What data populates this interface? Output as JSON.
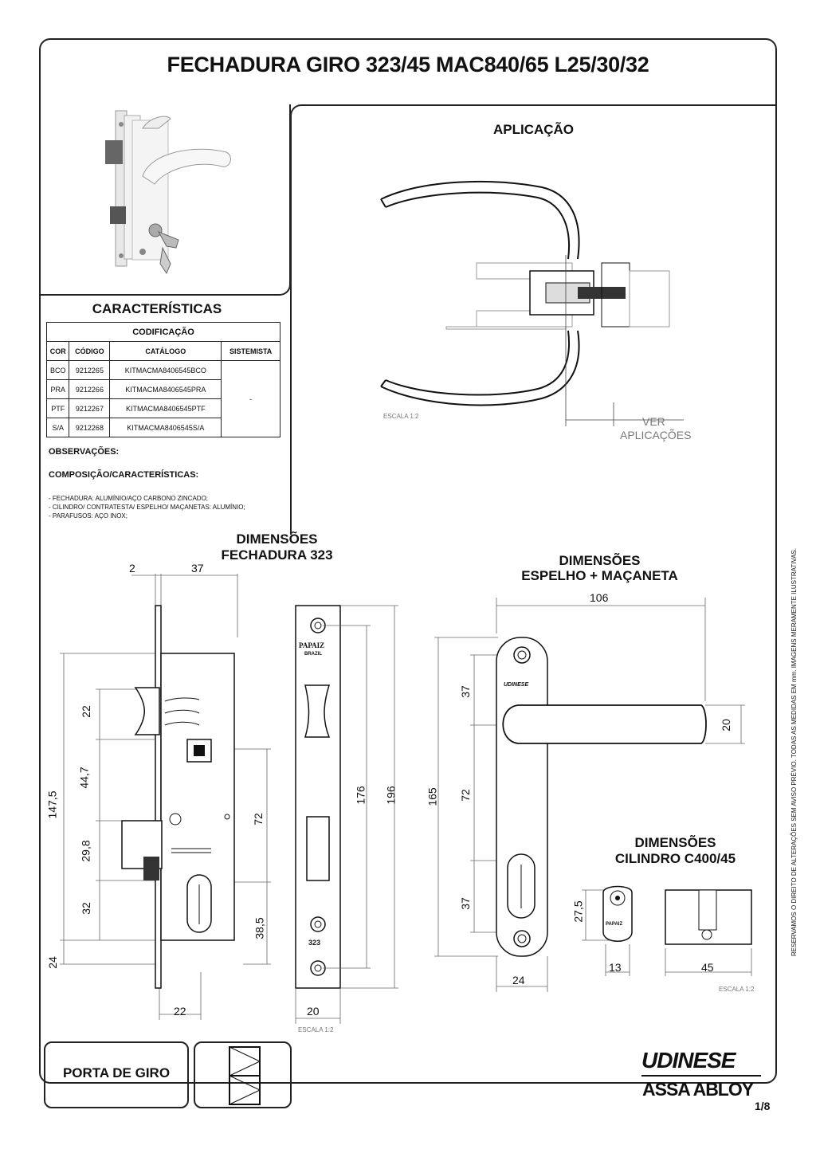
{
  "title": "FECHADURA GIRO 323/45 MAC840/65 L25/30/32",
  "aplicacao": {
    "title": "APLICAÇÃO",
    "escala": "ESCALA 1:2",
    "ver": "VER",
    "aplicacoes": "APLICAÇÕES"
  },
  "caracteristicas": {
    "title": "CARACTERÍSTICAS",
    "codificacao": "CODIFICAÇÃO",
    "headers": [
      "COR",
      "CÓDIGO",
      "CATÁLOGO",
      "SISTEMISTA"
    ],
    "rows": [
      [
        "BCO",
        "9212265",
        "KITMACMA8406545BCO"
      ],
      [
        "PRA",
        "9212266",
        "KITMACMA8406545PRA"
      ],
      [
        "PTF",
        "9212267",
        "KITMACMA8406545PTF"
      ],
      [
        "S/A",
        "9212268",
        "KITMACMA8406545S/A"
      ]
    ],
    "sistemista": "-"
  },
  "observacoes": "OBSERVAÇÕES:",
  "composicao": {
    "title": "COMPOSIÇÃO/CARACTERÍSTICAS:",
    "items": [
      "- FECHADURA: ALUMÍNIO/AÇO CARBONO ZINCADO;",
      "- CILINDRO/ CONTRATESTA/ ESPELHO/ MAÇANETAS: ALUMÍNIO;",
      "- PARAFUSOS: AÇO INOX;"
    ]
  },
  "fechadura": {
    "title1": "DIMENSÕES",
    "title2": "FECHADURA 323",
    "dims": {
      "d2": "2",
      "d37": "37",
      "d22a": "22",
      "d44": "44,7",
      "d147": "147,5",
      "d29": "29,8",
      "d32": "32",
      "d24": "24",
      "d72": "72",
      "d38": "38,5",
      "d22b": "22",
      "d176": "176",
      "d196": "196",
      "d20": "20"
    },
    "brand": "PAPAIZ",
    "brand_sub": "BRAZIL",
    "model": "323",
    "escala": "ESCALA 1:2"
  },
  "espelho": {
    "title1": "DIMENSÕES",
    "title2": "ESPELHO + MAÇANETA",
    "dims": {
      "d106": "106",
      "d37a": "37",
      "d165": "165",
      "d72": "72",
      "d37b": "37",
      "d20": "20",
      "d24": "24"
    },
    "brand": "UDINESE"
  },
  "cilindro": {
    "title1": "DIMENSÕES",
    "title2": "CILINDRO C400/45",
    "dims": {
      "d27": "27,5",
      "d13": "13",
      "d45": "45"
    },
    "brand": "PAPAIZ",
    "escala": "ESCALA 1:2"
  },
  "footer": {
    "porta": "PORTA DE GIRO",
    "logo1": "UDINESE",
    "logo2": "ASSA ABLOY"
  },
  "disclaimer": "RESERVAMOS O DIREITO DE ALTERAÇÕES SEM AVISO PRÉVIO. TODAS AS MEDIDAS EM mm. IMAGENS MERAMENTE ILUSTRATIVAS.",
  "page": "1/8"
}
